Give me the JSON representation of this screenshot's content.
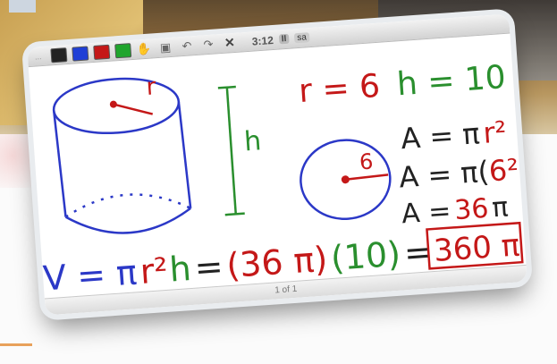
{
  "toolbar": {
    "left_label": "...",
    "clock": "3:12",
    "pause_label": "II",
    "save_label": "sa"
  },
  "colors": {
    "black": "#222222",
    "blue": "#1f3fd6",
    "red": "#c41818",
    "green": "#20a52d"
  },
  "icons": [
    "hand-icon",
    "image-icon",
    "undo-icon",
    "redo-icon",
    "close-icon"
  ],
  "board": {
    "r_label": "r",
    "h_label": "h",
    "givens_r": "r = 6",
    "givens_h": "h = 10",
    "circle_radius": "6",
    "area_line1_a": "A = π",
    "area_line1_b": "r²",
    "area_line2_a": "A = π(",
    "area_line2_b": "6²",
    "area_line2_c": ")",
    "area_line3_a": "A =",
    "area_line3_b": "36",
    "area_line3_c": "π",
    "vol_a": "V = π",
    "vol_r2": "r²",
    "vol_h": "h",
    "vol_eq": "=",
    "vol_36": "(36 π)",
    "vol_10": "(10)",
    "vol_eq2": "=",
    "vol_answer": "360 π"
  },
  "pager": {
    "text": "1 of 1"
  }
}
